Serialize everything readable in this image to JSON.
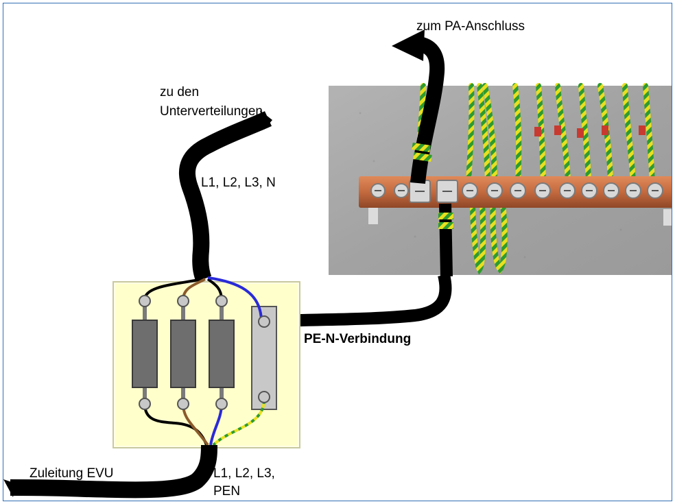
{
  "labels": {
    "pa_connection": "zum PA-Anschluss",
    "subdistribution_line1": "zu den",
    "subdistribution_line2": "Unterverteilungen",
    "phases_outgoing": "L1, L2, L3, N",
    "pen_connection": "PE-N-Verbindung",
    "supply_evu": "Zuleitung EVU",
    "phases_incoming_line1": "L1, L2, L3,",
    "phases_incoming_line2": "PEN"
  },
  "colors": {
    "frame": "#2f6db3",
    "cable": "#000000",
    "board": "#ffffcc",
    "fuse": "#6e6e6e",
    "terminal": "#c8c8c8",
    "wire_brown": "#8b5a2b",
    "wire_blue": "#2a2ad8",
    "wire_green_yellow": "#2e9b2e",
    "wire_yellow": "#e8e020",
    "copper_bar": "#c46a3f",
    "wall_gray": "#a8a8a8"
  },
  "photo": {
    "description_icon": "potential-equalization-busbar-photo"
  }
}
